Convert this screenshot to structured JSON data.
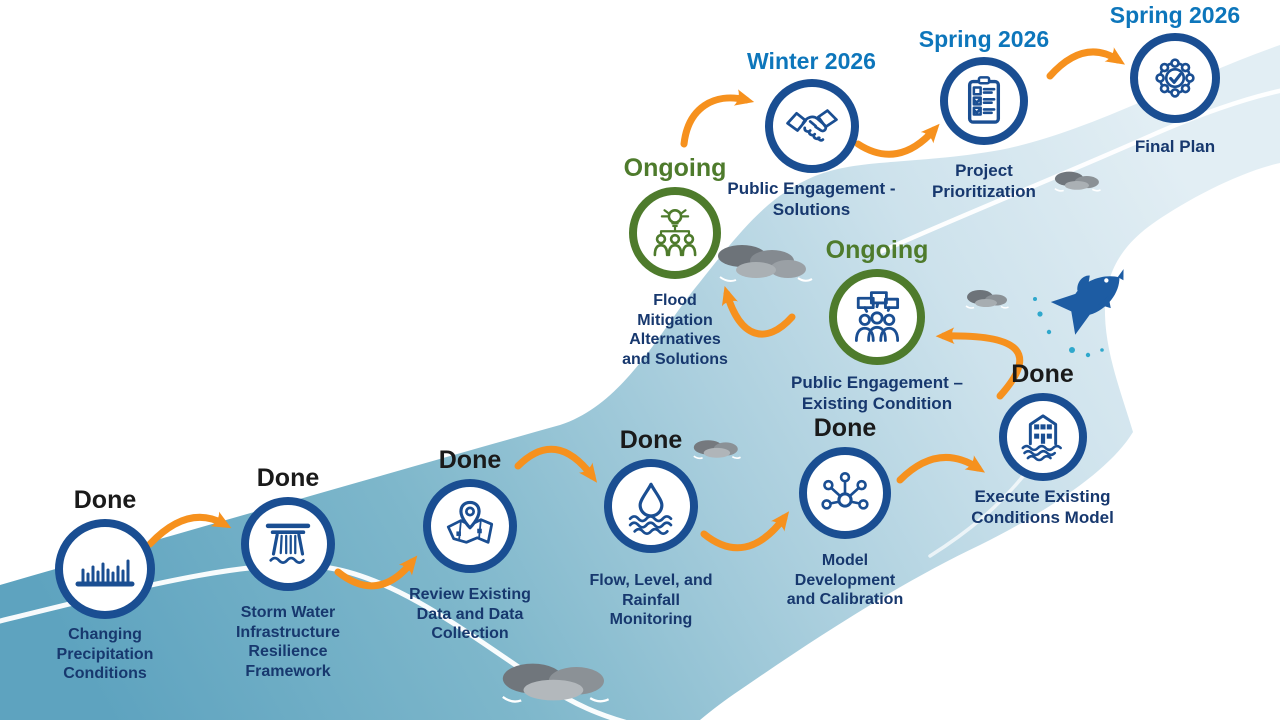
{
  "diagram_title": "Flood resilience planning journey (river roadmap)",
  "colors": {
    "river_dark": "#5ea3bf",
    "river_light": "#e2eef4",
    "circle_blue": "#1a4e92",
    "circle_green": "#4e7b2c",
    "label_navy": "#17386e",
    "status_done": "#1a1a1a",
    "status_ongoing": "#4e7b2c",
    "status_date": "#0d76bb",
    "arrow_orange": "#f6911e",
    "fish_blue": "#1d5ca3",
    "rock_gray": "#8b9196"
  },
  "milestones": [
    {
      "status": "Done",
      "label": "Changing Precipitation Conditions",
      "icon": "bar-chart"
    },
    {
      "status": "Done",
      "label": "Storm Water Infrastructure Resilience Framework",
      "icon": "dam"
    },
    {
      "status": "Done",
      "label": "Review Existing Data and Data Collection",
      "icon": "map-pin"
    },
    {
      "status": "Done",
      "label": "Flow, Level, and Rainfall Monitoring",
      "icon": "droplet-waves"
    },
    {
      "status": "Done",
      "label": "Model Development and Calibration",
      "icon": "network-hub"
    },
    {
      "status": "Done",
      "label": "Execute Existing Conditions Model",
      "icon": "house-waves"
    },
    {
      "status": "Ongoing",
      "label": "Public Engagement – Existing Condition",
      "icon": "people-speech"
    },
    {
      "status": "Ongoing",
      "label": "Flood Mitigation Alternatives and Solutions",
      "icon": "idea-people"
    },
    {
      "status": "Winter 2026",
      "label": "Public Engagement - Solutions",
      "icon": "handshake"
    },
    {
      "status": "Spring 2026",
      "label": "Project Prioritization",
      "icon": "clipboard-checklist"
    },
    {
      "status": "Spring 2026",
      "label": "Final Plan",
      "icon": "gear-check"
    }
  ]
}
